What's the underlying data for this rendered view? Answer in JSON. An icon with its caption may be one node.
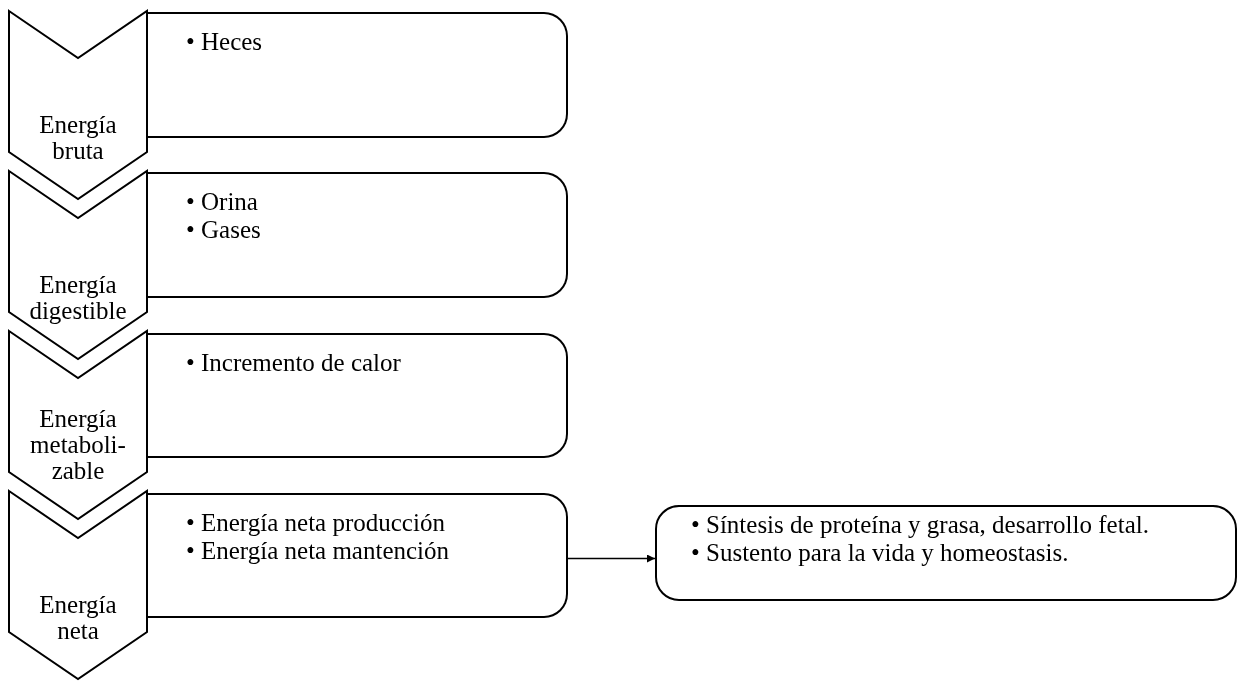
{
  "diagram": {
    "nodes": [
      {
        "text": [
          "Energía bruta"
        ]
      },
      {
        "text": [
          "• Heces"
        ]
      },
      {
        "text": [
          "Energía digestible"
        ]
      },
      {
        "text": [
          "• Orina",
          "• Gases"
        ]
      },
      {
        "text": [
          "Energía metaboli- zable"
        ]
      },
      {
        "text": [
          "• Incremento de calor"
        ]
      },
      {
        "text": [
          "Energía neta"
        ]
      },
      {
        "text": [
          "• Energía neta producción",
          "• Energía neta mantención"
        ]
      },
      {
        "text": [
          "• Síntesis de proteína y grasa, desarrollo fetal.",
          "• Sustento para la vida y homeostasis."
        ]
      }
    ],
    "edges": [
      {
        "from": 7,
        "to": 8,
        "arrow": "to"
      }
    ]
  }
}
